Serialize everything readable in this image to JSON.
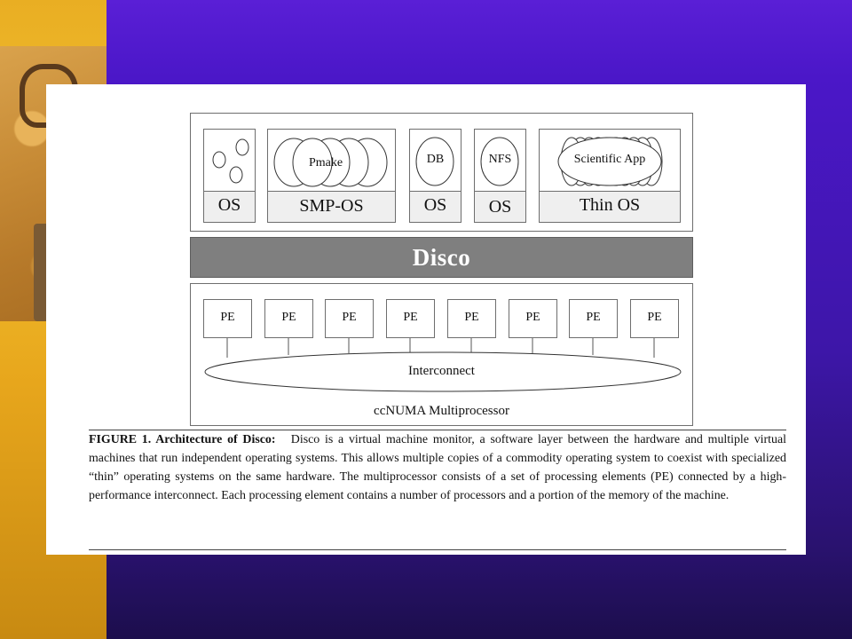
{
  "diagram": {
    "vm_boxes": [
      {
        "app": "",
        "os": "OS",
        "app_type": "processes"
      },
      {
        "app": "Pmake",
        "os": "SMP-OS",
        "app_type": "multi"
      },
      {
        "app": "DB",
        "os": "OS",
        "app_type": "single"
      },
      {
        "app": "NFS",
        "os": "OS",
        "app_type": "single"
      },
      {
        "app": "Scientific App",
        "os": "Thin OS",
        "app_type": "stacked"
      }
    ],
    "monitor_label": "Disco",
    "pe_label": "PE",
    "pe_count": 8,
    "interconnect_label": "Interconnect",
    "hardware_label": "ccNUMA Multiprocessor"
  },
  "caption": {
    "title": "FIGURE 1. Architecture of Disco:",
    "body": "Disco is a virtual machine monitor, a software layer between the hardware and multiple virtual machines that run independent operating systems. This allows multiple copies of a commodity operating system to coexist with specialized “thin” operating systems on the same hardware. The multiprocessor consists of a set of processing elements (PE) connected by a high-performance interconnect. Each processing element contains a number of processors and a portion of the memory of the machine."
  },
  "colors": {
    "background": "#4b17c8",
    "left_strip": "#f0b52a",
    "disco_bar": "#7f7f7f"
  }
}
